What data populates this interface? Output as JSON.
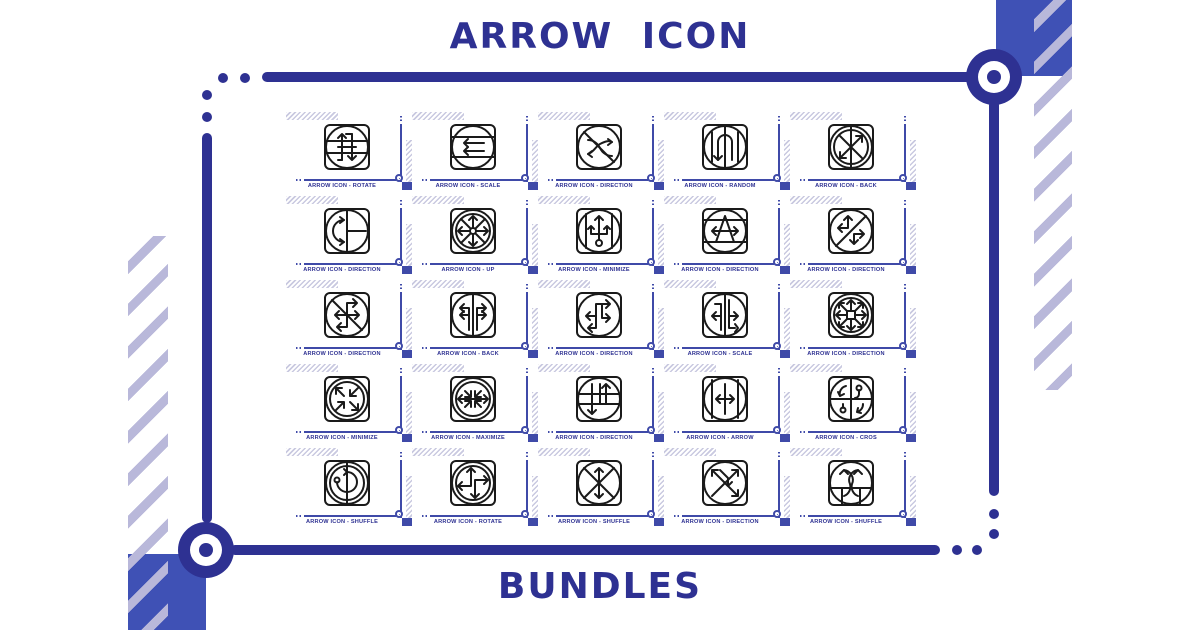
{
  "header": {
    "title": "ARROW ICON"
  },
  "footer": {
    "title": "BUNDLES"
  },
  "colors": {
    "primary": "#2e3192",
    "accent": "#3f51b5",
    "stripe": "#b9b8da",
    "icon_stroke": "#1a1a1a",
    "background": "#ffffff"
  },
  "icons": [
    {
      "label": "ARROW ICON - ROTATE",
      "icon": "arrows-up-down-rotate-icon"
    },
    {
      "label": "ARROW ICON - SCALE",
      "icon": "arrows-left-scale-icon"
    },
    {
      "label": "ARROW ICON - DIRECTION",
      "icon": "arrows-curved-direction-icon"
    },
    {
      "label": "ARROW ICON - RANDOM",
      "icon": "u-turn-arrow-icon"
    },
    {
      "label": "ARROW ICON - BACK",
      "icon": "diagonal-arrows-back-icon"
    },
    {
      "label": "ARROW ICON - DIRECTION",
      "icon": "curved-arrows-direction-icon"
    },
    {
      "label": "ARROW ICON - UP",
      "icon": "four-way-arrows-up-icon"
    },
    {
      "label": "ARROW ICON - MINIMIZE",
      "icon": "trident-arrows-minimize-icon"
    },
    {
      "label": "ARROW ICON - DIRECTION",
      "icon": "split-arrows-direction-icon"
    },
    {
      "label": "ARROW ICON - DIRECTION",
      "icon": "diagonal-split-arrows-direction-icon"
    },
    {
      "label": "ARROW ICON - DIRECTION",
      "icon": "pinwheel-arrows-direction-icon"
    },
    {
      "label": "ARROW ICON - BACK",
      "icon": "parallel-arrows-back-icon"
    },
    {
      "label": "ARROW ICON - DIRECTION",
      "icon": "zigzag-arrows-direction-icon"
    },
    {
      "label": "ARROW ICON - SCALE",
      "icon": "parallel-arrows-scale-icon"
    },
    {
      "label": "ARROW ICON - DIRECTION",
      "icon": "eight-way-arrows-direction-icon"
    },
    {
      "label": "ARROW ICON - MINIMIZE",
      "icon": "diagonal-arrows-minimize-icon"
    },
    {
      "label": "ARROW ICON - MAXIMIZE",
      "icon": "inward-arrows-maximize-icon"
    },
    {
      "label": "ARROW ICON - DIRECTION",
      "icon": "grid-arrows-direction-icon"
    },
    {
      "label": "ARROW ICON - ARROW",
      "icon": "left-right-arrow-icon"
    },
    {
      "label": "ARROW ICON - CROS",
      "icon": "curved-arrows-cross-icon"
    },
    {
      "label": "ARROW ICON - SHUFFLE",
      "icon": "circular-arrow-shuffle-icon"
    },
    {
      "label": "ARROW ICON - ROTATE",
      "icon": "four-way-arrows-rotate-icon"
    },
    {
      "label": "ARROW ICON - SHUFFLE",
      "icon": "x-arrows-shuffle-icon"
    },
    {
      "label": "ARROW ICON - DIRECTION",
      "icon": "crossing-arrows-direction-icon"
    },
    {
      "label": "ARROW ICON - SHUFFLE",
      "icon": "interlaced-arrows-shuffle-icon"
    }
  ]
}
